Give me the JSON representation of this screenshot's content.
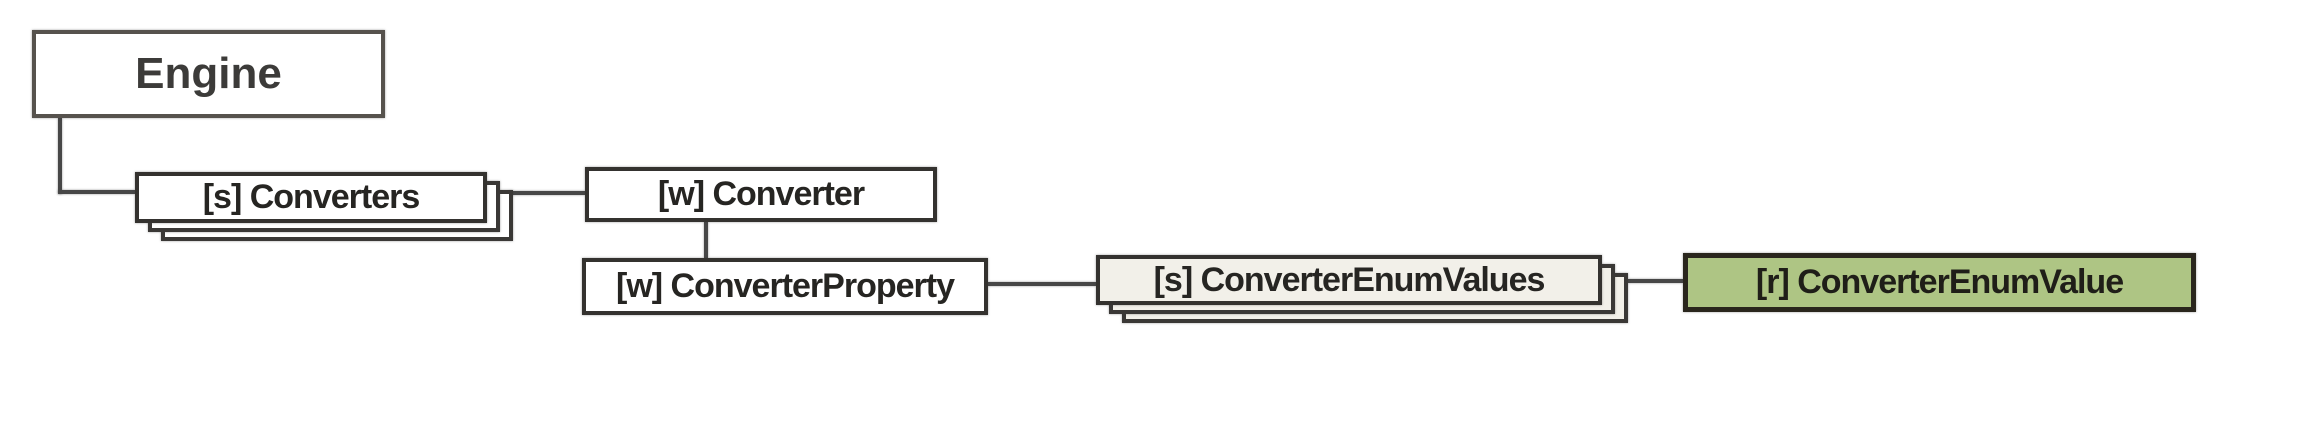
{
  "diagram": {
    "type": "schema-tree",
    "nodes": [
      {
        "id": "engine",
        "label": "Engine",
        "stacked": false,
        "highlighted": false
      },
      {
        "id": "converters",
        "label": "[s] Converters",
        "stacked": true,
        "highlighted": false
      },
      {
        "id": "converter",
        "label": "[w] Converter",
        "stacked": false,
        "highlighted": false
      },
      {
        "id": "converter-property",
        "label": "[w] ConverterProperty",
        "stacked": false,
        "highlighted": false
      },
      {
        "id": "converter-enum-values",
        "label": "[s] ConverterEnumValues",
        "stacked": true,
        "highlighted": false
      },
      {
        "id": "converter-enum-value",
        "label": "[r] ConverterEnumValue",
        "stacked": false,
        "highlighted": true
      }
    ],
    "edges": [
      {
        "from": "engine",
        "to": "converters"
      },
      {
        "from": "converters",
        "to": "converter"
      },
      {
        "from": "converter",
        "to": "converter-property"
      },
      {
        "from": "converter-property",
        "to": "converter-enum-values"
      },
      {
        "from": "converter-enum-values",
        "to": "converter-enum-value"
      }
    ],
    "colors": {
      "background": "#ffffff",
      "box_fill": "#ffffff",
      "stack_alt_fill": "#f2f0e9",
      "highlight_fill": "#aec584",
      "box_border": "#34322f",
      "highlight_border": "#2a261d",
      "connector": "#474747",
      "text": "#262522"
    }
  }
}
